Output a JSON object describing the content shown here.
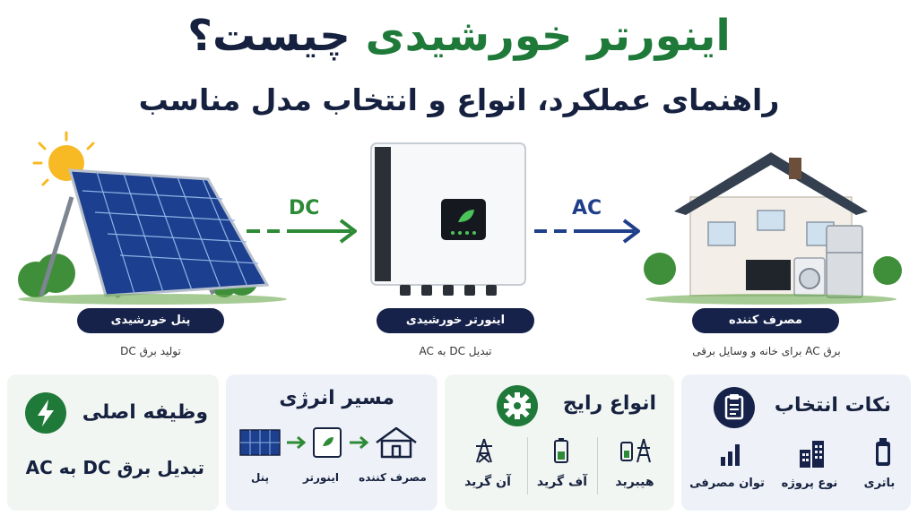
{
  "header": {
    "title_main": "اینورتر خورشیدی",
    "title_end": "چیست؟",
    "subtitle": "راهنمای عملکرد، انواع و انتخاب مدل مناسب"
  },
  "flow": {
    "panel": {
      "label": "پنل خورشیدی",
      "caption": "تولید برق DC"
    },
    "inverter": {
      "label": "اینورتر خورشیدی",
      "caption": "تبدیل DC به AC"
    },
    "consumer": {
      "label": "مصرف کننده",
      "caption": "برق AC برای خانه و وسایل برقی"
    },
    "dc_label": "DC",
    "ac_label": "AC"
  },
  "cards": {
    "function": {
      "title": "وظیفه اصلی",
      "text": "تبدیل برق DC به AC",
      "icon": "lightning-icon"
    },
    "path": {
      "title": "مسیر انرژی",
      "steps": [
        "پنل",
        "اینورتر",
        "مصرف کننده"
      ]
    },
    "types": {
      "title": "انواع رایج",
      "icon": "gear-icon",
      "items": [
        "آن گرید",
        "آف گرید",
        "هیبرید"
      ]
    },
    "tips": {
      "title": "نکات انتخاب",
      "icon": "clipboard-icon",
      "items": [
        "توان مصرفی",
        "نوع پروژه",
        "باتری"
      ]
    }
  },
  "colors": {
    "green": "#1f7a3a",
    "navy": "#16224a",
    "dc_arrow": "#2d8a36",
    "ac_arrow": "#1f3f8a"
  }
}
